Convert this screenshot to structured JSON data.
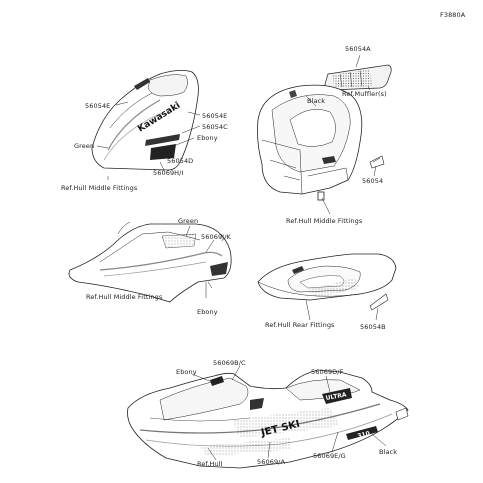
{
  "diagram_code": "F3880A",
  "labels": {
    "p56054A": "56054A",
    "ref_muffler": "Ref.Muffler(s)",
    "black_top": "Black",
    "p56054_top": "56054",
    "ref_hull_middle_top": "Ref.Hull Middle Fittings",
    "p56054E_left": "56054E",
    "p56054E_right": "56054E",
    "p56054C": "56054C",
    "ebony_hood": "Ebony",
    "green_hood": "Green",
    "p56054D": "56054D",
    "p56069HI": "56069H/I",
    "ref_hull_middle_left": "Ref.Hull Middle Fittings",
    "green_side": "Green",
    "p56069JK": "56069J/K",
    "ref_hull_middle_side": "Ref.Hull Middle Fittings",
    "ebony_side": "Ebony",
    "ref_hull_rear": "Ref.Hull Rear Fittings",
    "p56054B": "56054B",
    "ebony_hull": "Ebony",
    "p56069BC": "56069B/C",
    "p56069DF": "56069D/F",
    "ref_hull": "Ref.Hull",
    "p56069A": "56069/A",
    "p56069EG": "56069E/G",
    "black_hull": "Black"
  },
  "decals": {
    "hood_brand_text": "Kawasaki",
    "hull_model_text": "JET SKI",
    "hull_badge_text": "ULTRA",
    "hull_side_text": "310"
  }
}
